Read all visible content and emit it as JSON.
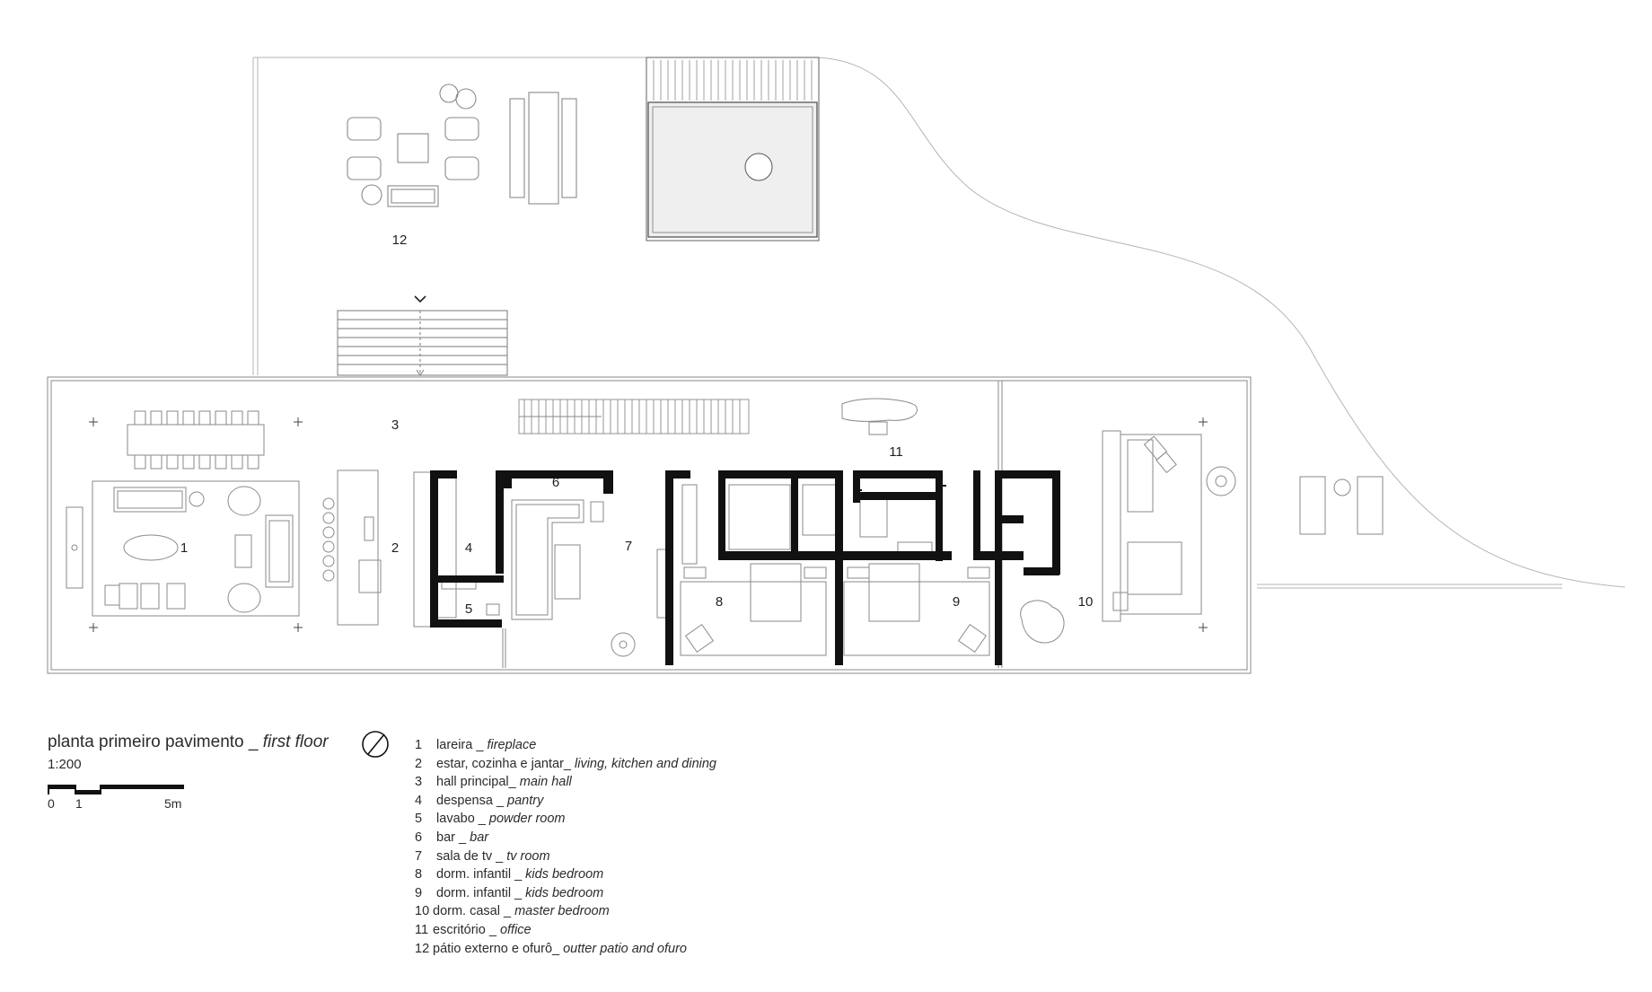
{
  "legend": {
    "title_pt": "planta primeiro pavimento _ ",
    "title_en": "first floor",
    "scale_ratio": "1:200",
    "scale_labels": [
      "0",
      "1",
      "5m"
    ]
  },
  "room_numbers": [
    "1",
    "2",
    "3",
    "4",
    "5",
    "6",
    "7",
    "8",
    "9",
    "10",
    "11",
    "12"
  ],
  "key": [
    {
      "num": "1",
      "pt": "lareira _ ",
      "en": "fireplace"
    },
    {
      "num": "2",
      "pt": "estar, cozinha e jantar_ ",
      "en": "living, kitchen and dining"
    },
    {
      "num": "3",
      "pt": "hall principal_ ",
      "en": "main hall"
    },
    {
      "num": "4",
      "pt": "despensa _ ",
      "en": "pantry"
    },
    {
      "num": "5",
      "pt": "lavabo _ ",
      "en": "powder room"
    },
    {
      "num": "6",
      "pt": "bar _ ",
      "en": "bar"
    },
    {
      "num": "7",
      "pt": "sala de tv _ ",
      "en": "tv room"
    },
    {
      "num": "8",
      "pt": "dorm. infantil _ ",
      "en": "kids bedroom"
    },
    {
      "num": "9",
      "pt": "dorm. infantil _ ",
      "en": "kids bedroom"
    },
    {
      "num": "10",
      "pt": "dorm. casal _ ",
      "en": "master bedroom"
    },
    {
      "num": "11",
      "pt": "escritório _ ",
      "en": "office"
    },
    {
      "num": "12",
      "pt": "pátio externo e ofurô_ ",
      "en": "outter patio and ofuro"
    }
  ],
  "colors": {
    "line": "#9a9a9a",
    "wall": "#111111",
    "pool": "#efefef"
  }
}
